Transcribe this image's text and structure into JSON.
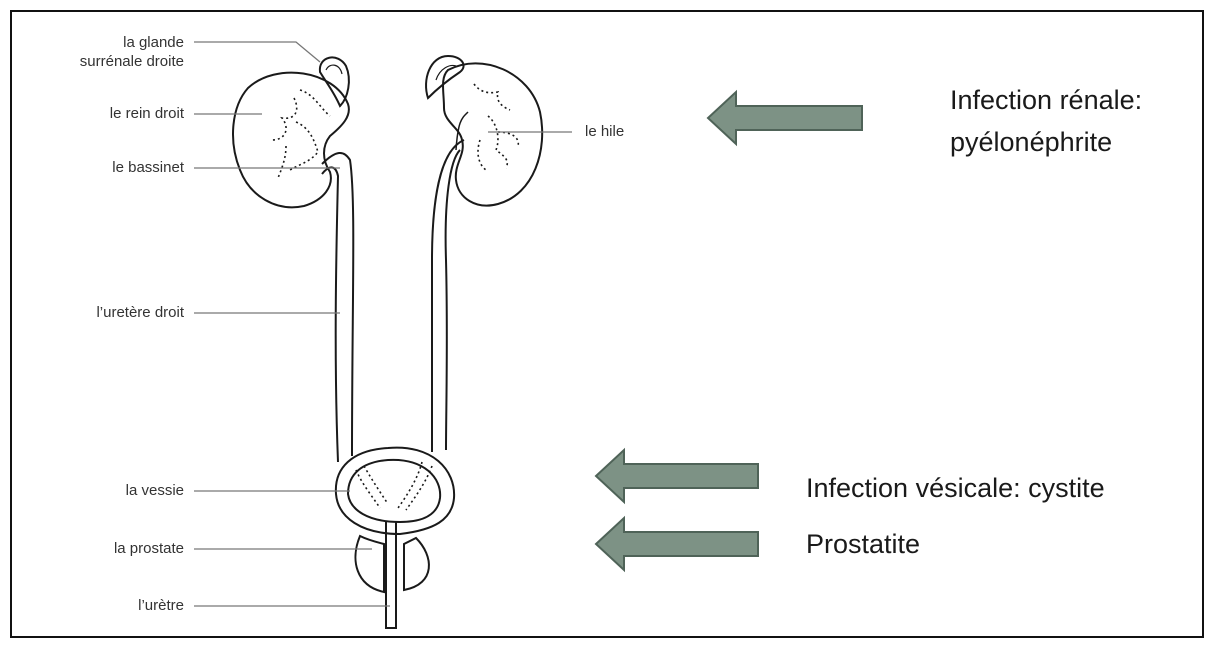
{
  "labels": {
    "glande_line1": "la glande",
    "glande_line2": "surrénale droite",
    "rein_droit": "le rein droit",
    "bassinet": "le bassinet",
    "uretere_droit": "l’uretère droit",
    "vessie": "la vessie",
    "prostate": "la prostate",
    "uretre": "l’urètre",
    "hile": "le hile"
  },
  "annotations": {
    "renale_line1": "Infection rénale:",
    "renale_line2": "pyélonéphrite",
    "vesicale": "Infection vésicale: cystite",
    "prostatite": "Prostatite"
  },
  "colors": {
    "arrow_fill": "#7d9285",
    "arrow_stroke": "#4f6358",
    "organ_stroke": "#1a1a1a",
    "leader_line": "#777777"
  }
}
